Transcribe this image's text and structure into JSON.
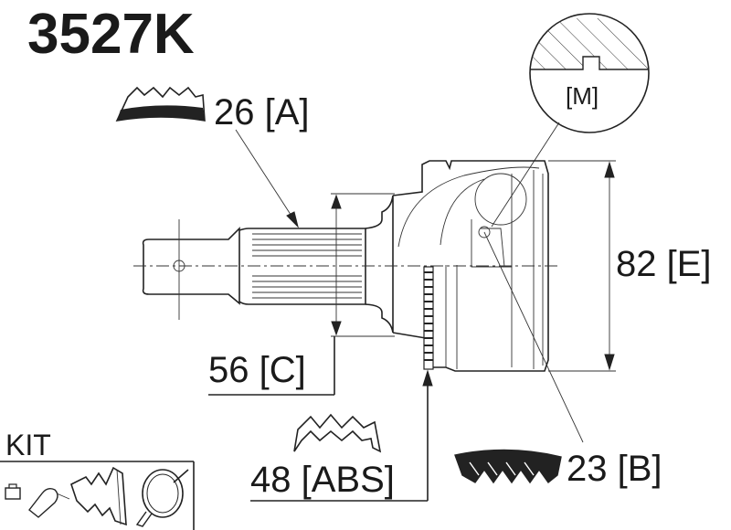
{
  "title": "3527K",
  "labels": {
    "teeth_outer": "26 [A]",
    "diameter_c": "56 [C]",
    "diameter_e": "82 [E]",
    "abs_teeth": "48 [ABS]",
    "teeth_inner": "23 [B]",
    "detail": "[M]",
    "kit": "KIT"
  },
  "icons": {
    "spline_a": "spline-profile-icon",
    "spline_abs": "abs-ring-profile-icon",
    "spline_b": "inner-spline-profile-icon",
    "kit_nut": "nut-icon",
    "kit_clamp": "clamp-icon",
    "kit_boot": "boot-icon",
    "kit_band": "band-icon"
  }
}
